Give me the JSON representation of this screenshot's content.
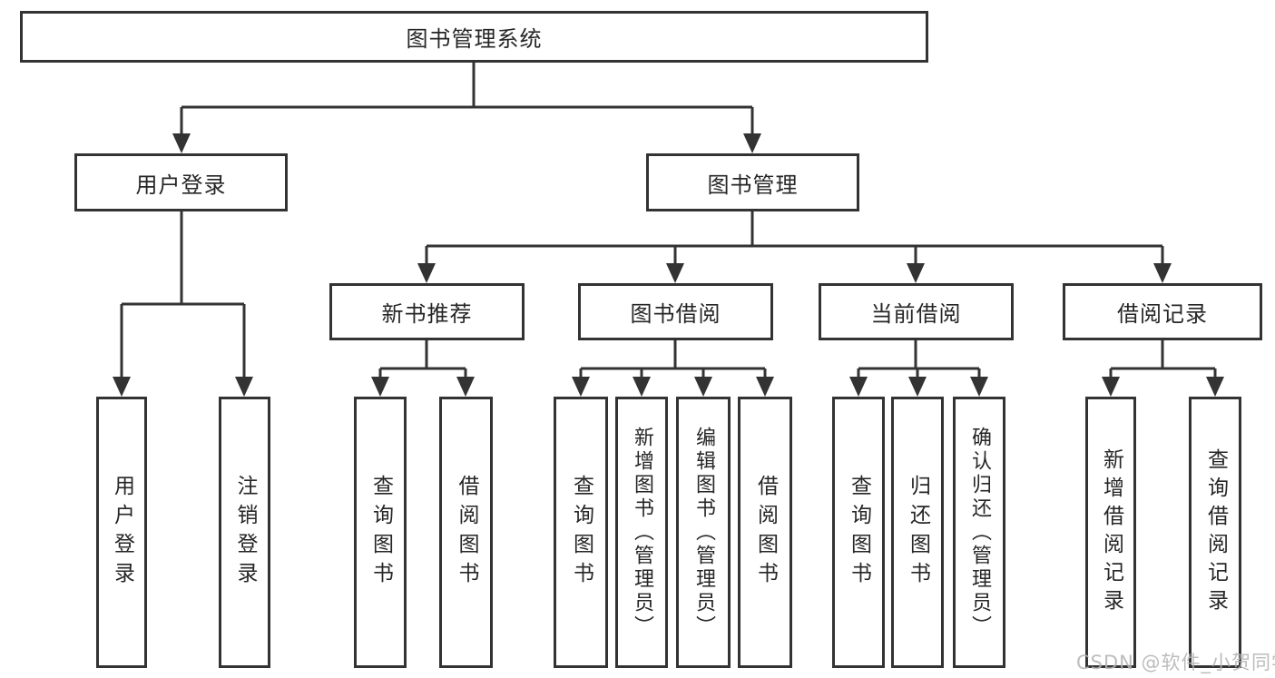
{
  "diagram": {
    "title": "图书管理系统",
    "groups": [
      {
        "label": "用户登录",
        "children": [
          "用户登录",
          "注销登录"
        ]
      },
      {
        "label": "图书管理",
        "sections": [
          {
            "label": "新书推荐",
            "children": [
              "查询图书",
              "借阅图书"
            ]
          },
          {
            "label": "图书借阅",
            "children": [
              "查询图书",
              "新增图书（管理员）",
              "编辑图书（管理员）",
              "借阅图书"
            ]
          },
          {
            "label": "当前借阅",
            "children": [
              "查询图书",
              "归还图书",
              "确认归还（管理员）"
            ]
          },
          {
            "label": "借阅记录",
            "children": [
              "新增借阅记录",
              "查询借阅记录"
            ]
          }
        ]
      }
    ]
  },
  "watermark": {
    "text": "CSDN @软件_小贺同学"
  },
  "colors": {
    "line": "#333333",
    "text": "#262626",
    "watermark": "#b5b5b5",
    "background": "#ffffff"
  }
}
